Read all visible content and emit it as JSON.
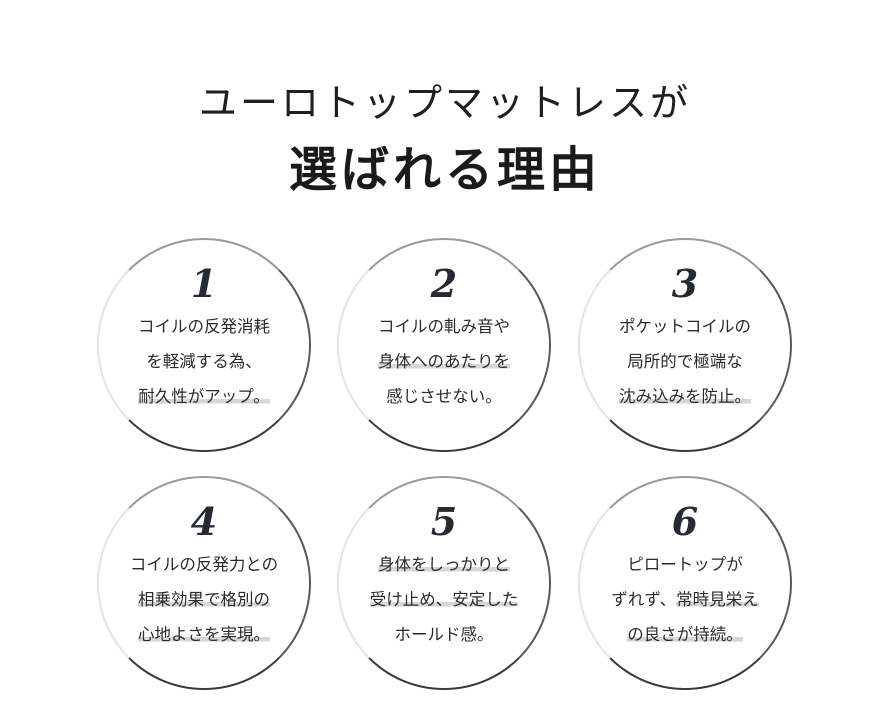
{
  "heading": {
    "line1": "ユーロトップマットレスが",
    "line2": "選ばれる理由"
  },
  "reasons": [
    {
      "number": "1",
      "lines": [
        {
          "plain": "コイルの反発消耗",
          "mark": ""
        },
        {
          "plain": "を軽減する為、",
          "mark": ""
        },
        {
          "plain": "",
          "mark": "耐久性がアップ。"
        }
      ]
    },
    {
      "number": "2",
      "lines": [
        {
          "plain": "コイルの軋み音や",
          "mark": ""
        },
        {
          "plain": "",
          "mark": "身体へのあたりを"
        },
        {
          "plain": "感じさせない。",
          "mark": ""
        }
      ]
    },
    {
      "number": "3",
      "lines": [
        {
          "plain": "ポケットコイルの",
          "mark": ""
        },
        {
          "plain": "局所的で極端な",
          "mark": ""
        },
        {
          "plain": "",
          "mark": "沈み込みを防止。"
        }
      ]
    },
    {
      "number": "4",
      "lines": [
        {
          "plain": "コイルの反発力との",
          "mark": ""
        },
        {
          "plain": "",
          "mark": "相乗効果で格別の"
        },
        {
          "plain": "",
          "mark": "心地よさを実現。"
        }
      ]
    },
    {
      "number": "5",
      "lines": [
        {
          "plain": "",
          "mark": "身体をしっかりと"
        },
        {
          "plain": "",
          "mark": "受け止め、安定した"
        },
        {
          "plain": "ホールド感。",
          "mark": ""
        }
      ]
    },
    {
      "number": "6",
      "lines": [
        {
          "plain": "ピロートップが",
          "mark": ""
        },
        {
          "plain": "ずれず、",
          "mark": "常時見栄え"
        },
        {
          "plain": "",
          "mark": "の良さが持続。"
        }
      ]
    }
  ]
}
